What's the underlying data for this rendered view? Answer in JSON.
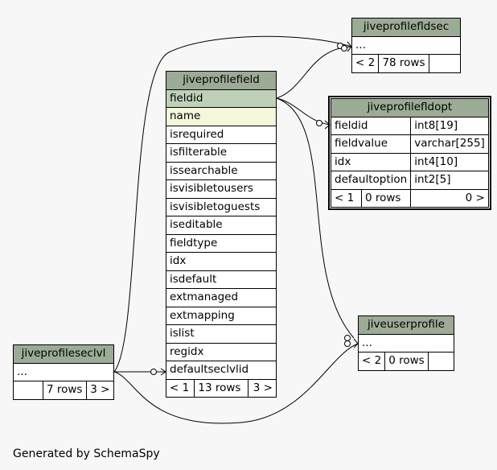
{
  "tables": {
    "jiveprofilefield": {
      "title": "jiveprofilefield",
      "columns": [
        "fieldid",
        "name",
        "isrequired",
        "isfilterable",
        "issearchable",
        "isvisibletousers",
        "isvisibletoguests",
        "iseditable",
        "fieldtype",
        "idx",
        "isdefault",
        "extmanaged",
        "extmapping",
        "islist",
        "regidx",
        "defaultseclvlid"
      ],
      "footer": [
        "< 1",
        "13 rows",
        "3 >"
      ]
    },
    "jiveprofilefldsec": {
      "title": "jiveprofilefldsec",
      "columns": [
        "..."
      ],
      "footer": [
        "< 2",
        "78 rows",
        ""
      ]
    },
    "jiveprofilefldopt": {
      "title": "jiveprofilefldopt",
      "columns": [
        {
          "name": "fieldid",
          "type": "int8[19]"
        },
        {
          "name": "fieldvalue",
          "type": "varchar[255]"
        },
        {
          "name": "idx",
          "type": "int4[10]"
        },
        {
          "name": "defaultoption",
          "type": "int2[5]"
        }
      ],
      "footer": [
        "< 1",
        "0 rows",
        "0 >"
      ]
    },
    "jiveuserprofile": {
      "title": "jiveuserprofile",
      "columns": [
        "..."
      ],
      "footer": [
        "< 2",
        "0 rows",
        ""
      ]
    },
    "jiveprofileseclvl": {
      "title": "jiveprofileseclvl",
      "columns": [
        "..."
      ],
      "footer": [
        "",
        "7 rows",
        "3 >"
      ]
    }
  },
  "footer_text": "Generated by SchemaSpy",
  "colors": {
    "header": "#9bab96",
    "primary_key": "#bed1b8",
    "indexed": "#f4f7da",
    "background": "#f7f7f7"
  }
}
